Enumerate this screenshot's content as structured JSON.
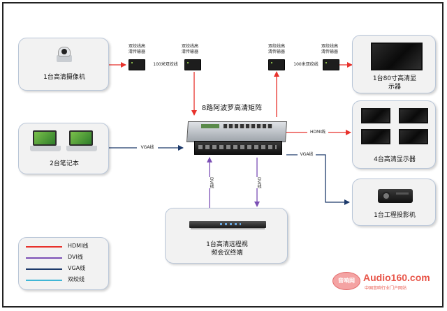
{
  "title": "8路阿波罗高清矩阵",
  "boxes": {
    "camera": "1台高清摄像机",
    "laptops": "2台笔记本",
    "display_80": [
      "1台80寸高清显",
      "示器"
    ],
    "displays_4": "4台高清显示器",
    "projector": "1台工程投影机",
    "vc_terminal": [
      "1台高清远程视",
      "频会议终端"
    ]
  },
  "transmitters": {
    "left_a": [
      "双绞线高",
      "清传输器"
    ],
    "left_b": [
      "双绞线高",
      "清传输器"
    ],
    "right_a": [
      "双绞线高",
      "清传输器"
    ],
    "right_b": [
      "双绞线高",
      "清传输器"
    ]
  },
  "cable_labels": {
    "left_twisted": "100米双绞线",
    "right_twisted": "100米双绞线",
    "vga_in": "VGA线",
    "hdmi_out": "HDMI线",
    "vga_out": "VGA线",
    "dvi_up": "DVI线",
    "dvi_down": "DVI线"
  },
  "legend": [
    {
      "label": "HDMI线",
      "color": "#e8322c"
    },
    {
      "label": "DVI线",
      "color": "#7b4fb5"
    },
    {
      "label": "VGA线",
      "color": "#1d3a6b"
    },
    {
      "label": "双绞线",
      "color": "#3fb6d6"
    }
  ],
  "watermark": {
    "brand": "Audio160.com",
    "sub": "中国音响行业门户网站",
    "badge": "音响网"
  },
  "colors": {
    "hdmi": "#e8322c",
    "dvi": "#7b4fb5",
    "vga": "#1d3a6b",
    "twisted": "#3fb6d6"
  }
}
